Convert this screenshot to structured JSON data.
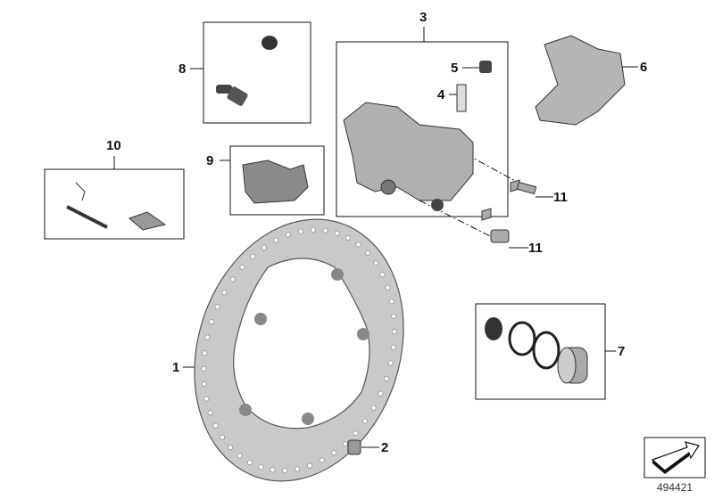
{
  "diagram": {
    "callouts": {
      "c1": "1",
      "c2": "2",
      "c3": "3",
      "c4": "4",
      "c5": "5",
      "c6": "6",
      "c7": "7",
      "c8": "8",
      "c9": "9",
      "c10": "10",
      "c11a": "11",
      "c11b": "11"
    },
    "parts": [
      {
        "number": "1",
        "name": "brake-disc"
      },
      {
        "number": "2",
        "name": "disc-bolt"
      },
      {
        "number": "3",
        "name": "brake-caliper"
      },
      {
        "number": "4",
        "name": "bleeder-valve"
      },
      {
        "number": "5",
        "name": "bleeder-cap"
      },
      {
        "number": "6",
        "name": "caliper-bracket"
      },
      {
        "number": "7",
        "name": "piston-seal-kit"
      },
      {
        "number": "8",
        "name": "bolt-and-cap-kit"
      },
      {
        "number": "9",
        "name": "brake-pads"
      },
      {
        "number": "10",
        "name": "pad-pin-and-spring"
      },
      {
        "number": "11",
        "name": "caliper-mounting-bolt"
      }
    ],
    "image_number": "494421",
    "colors": {
      "line": "#111111",
      "part_fill": "#b8b8b8",
      "part_dark": "#6e6e6e"
    }
  }
}
